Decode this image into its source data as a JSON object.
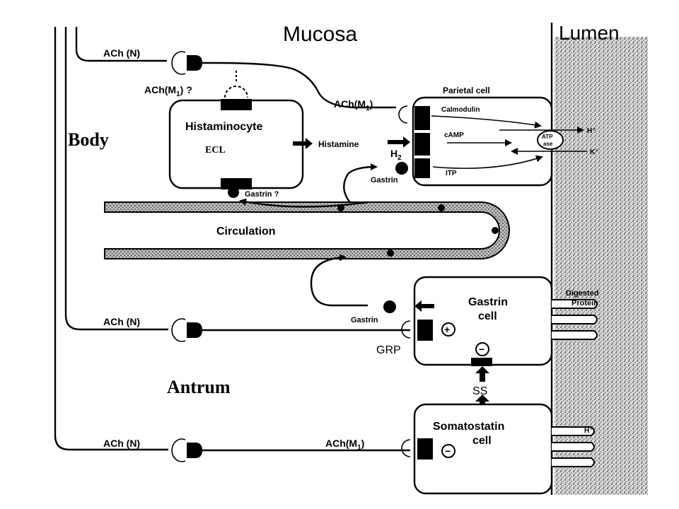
{
  "header": {
    "mucosa": "Mucosa",
    "lumen": "Lumen"
  },
  "regions": {
    "body": "Body",
    "antrum": "Antrum"
  },
  "cells": {
    "histaminocyte": "Histaminocyte",
    "ecl": "ECL",
    "parietal": "Parietal cell",
    "gastrin_cell_line1": "Gastrin",
    "gastrin_cell_line2": "cell",
    "somatostatin_line1": "Somatostatin",
    "somatostatin_line2": "cell"
  },
  "nerves": {
    "ach_n_top": "ACh (N)",
    "ach_m1_hist": "ACh(M",
    "ach_m1_hist_q": "1",
    "ach_m1_hist_end": ") ?",
    "ach_m1_parietal": "ACh(M",
    "ach_m1_parietal_sub": "1",
    "ach_m1_parietal_end": ")",
    "ach_n_gastrin": "ACh (N)",
    "ach_n_bottom": "ACh (N)",
    "ach_m1_somato": "ACh(M",
    "ach_m1_somato_sub": "1",
    "ach_m1_somato_end": ")"
  },
  "messengers": {
    "histamine": "Histamine",
    "h2": "H",
    "h2_sub": "2",
    "gastrin_parietal": "Gastrin",
    "gastrin_q": "Gastrin ?",
    "circulation": "Circulation",
    "gastrin_out": "Gastrin",
    "grp": "GRP",
    "ss": "SS",
    "plus": "+",
    "minus": "−"
  },
  "parietal_pathways": {
    "calmodulin": "Calmodulin",
    "camp": "cAMP",
    "itp": "ITP",
    "atp_line1": "ATP",
    "atp_line2": "ase",
    "h_plus": "H⁺",
    "k_plus": "K⁺"
  },
  "lumen_labels": {
    "digested_protein_1": "Digested",
    "digested_protein_2": "Protein",
    "h_plus_antrum": "H⁺"
  }
}
